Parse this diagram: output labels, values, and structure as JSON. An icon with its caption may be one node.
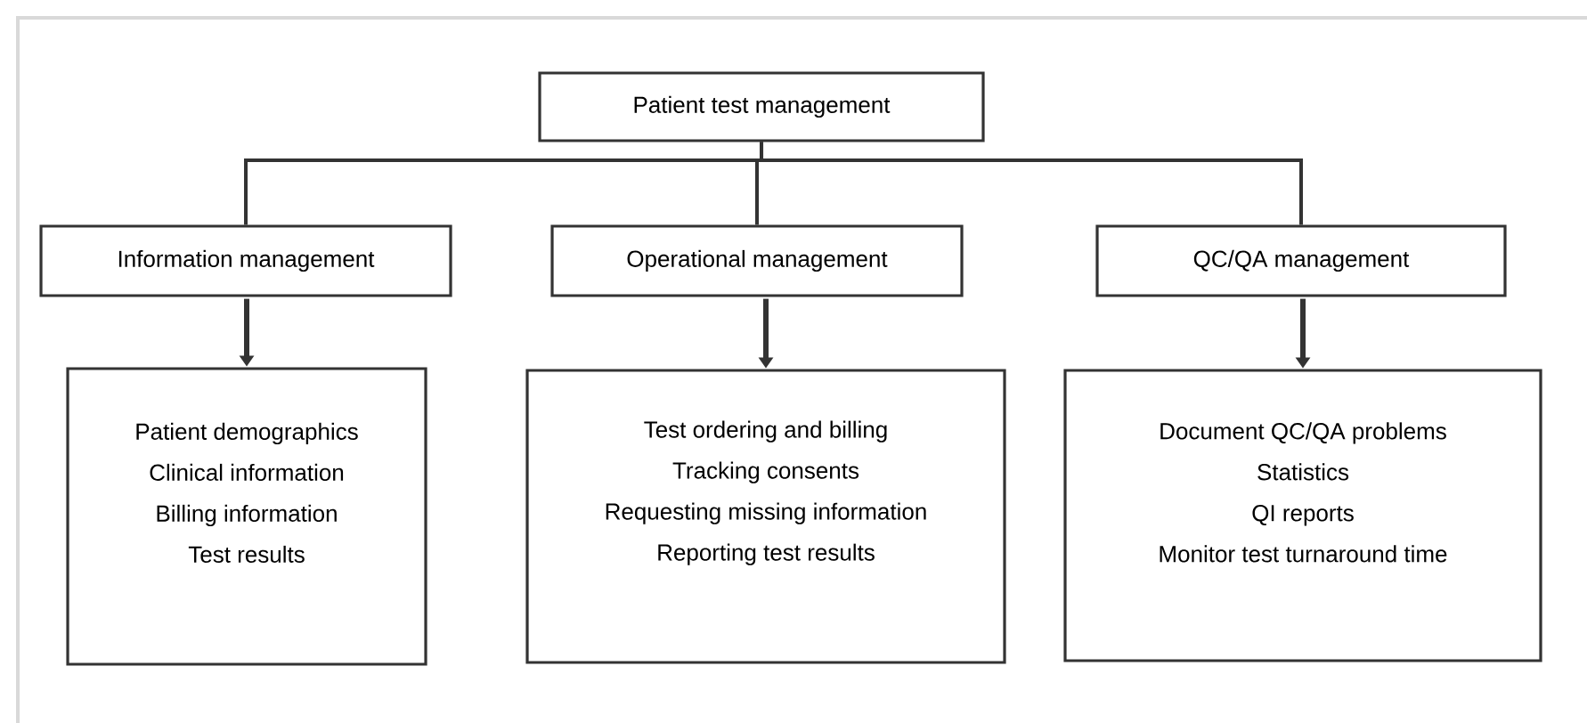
{
  "diagram": {
    "nodes": [
      {
        "text": [
          "Patient test management"
        ]
      },
      {
        "text": [
          "Information management"
        ]
      },
      {
        "text": [
          "Operational management"
        ]
      },
      {
        "text": [
          "QC/QA management"
        ]
      },
      {
        "text": [
          "Patient demographics",
          "Clinical information",
          "Billing information",
          "Test results"
        ]
      },
      {
        "text": [
          "Test ordering and billing",
          "Tracking consents",
          "Requesting missing information",
          "Reporting test results"
        ]
      },
      {
        "text": [
          "Document QC/QA problems",
          "Statistics",
          "QI reports",
          "Monitor test turnaround time"
        ]
      }
    ],
    "edges": [
      {
        "from": 0,
        "to": 1,
        "arrow": "none"
      },
      {
        "from": 0,
        "to": 2,
        "arrow": "none"
      },
      {
        "from": 0,
        "to": 3,
        "arrow": "none"
      },
      {
        "from": 1,
        "to": 4,
        "arrow": "to"
      },
      {
        "from": 2,
        "to": 5,
        "arrow": "to"
      },
      {
        "from": 3,
        "to": 6,
        "arrow": "to"
      }
    ]
  }
}
